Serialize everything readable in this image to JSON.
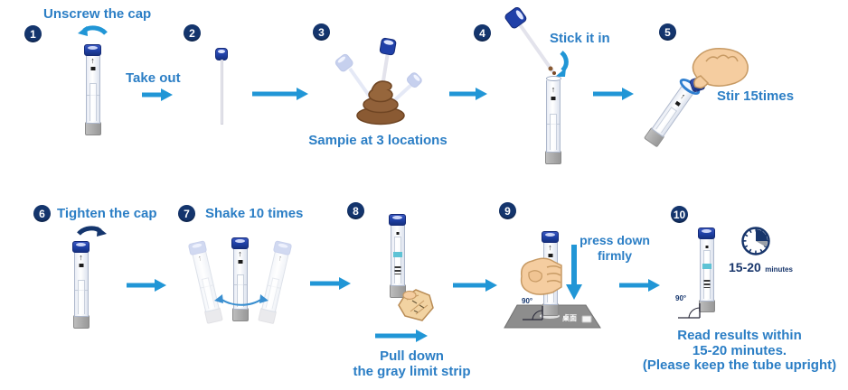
{
  "colors": {
    "label_blue": "#2b7ec5",
    "arrow_blue": "#2196d6",
    "badge_navy": "#14356d",
    "cap_blue": "#1e3fa4",
    "faded_swab_blue": "#93a6e0",
    "tube_base_gray": "#a0a0a0",
    "teal_strip": "#5ec3d5",
    "poop_brown": "#8a5a33",
    "hand_skin": "#f5cda0",
    "platform_gray": "#8d8d8d",
    "timer_navy": "#17356b"
  },
  "steps": [
    {
      "num": "1",
      "label": "Unscrew the cap"
    },
    {
      "num": "2",
      "label": "Take out"
    },
    {
      "num": "3",
      "label": "Sampie at 3 locations"
    },
    {
      "num": "4",
      "label": "Stick it in"
    },
    {
      "num": "5",
      "label": "Stir 15times"
    },
    {
      "num": "6",
      "label": "Tighten the cap"
    },
    {
      "num": "7",
      "label": "Shake 10 times"
    },
    {
      "num": "8",
      "label_line1": "Pull down",
      "label_line2": "the gray limit strip"
    },
    {
      "num": "9",
      "label_line1": "press down",
      "label_line2": "firmly",
      "angle": "90°",
      "surface_label": "桌面"
    },
    {
      "num": "10",
      "angle": "90°",
      "timer_value": "15-20",
      "timer_unit": "minutes",
      "result_line1": "Read results within",
      "result_line2": "15-20 minutes.",
      "result_line3": "(Please keep the  tube upright)"
    }
  ]
}
